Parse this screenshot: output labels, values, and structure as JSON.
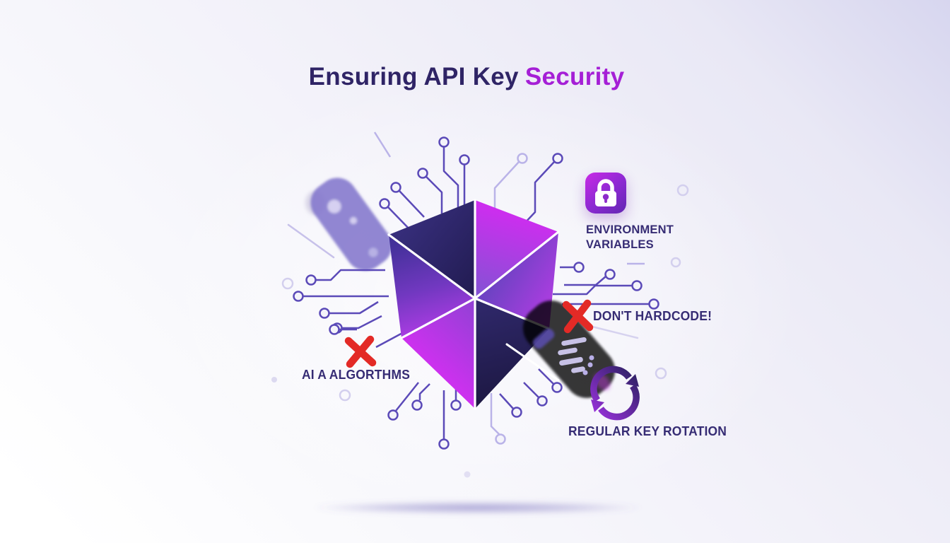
{
  "title": {
    "text_prefix": "Ensuring API Key",
    "text_highlight": "Security"
  },
  "callouts": {
    "environment_variables": {
      "line1": "ENVIRONMENT",
      "line2": "VARIABLES",
      "icon": "lock-icon"
    },
    "dont_hardcode": {
      "text": "DON'T HARDCODE!",
      "icon": "x-mark-icon"
    },
    "ai_algorithms": {
      "text": "AI A ALGORTHMS",
      "icon": "x-mark-icon"
    },
    "key_rotation": {
      "text": "REGULAR KEY ROTATION",
      "icon": "rotation-arrows-icon"
    }
  },
  "colors": {
    "background_corner": "#d7d6ef",
    "background_center": "#f6f5fb",
    "title_text": "#2f2466",
    "title_highlight": "#a51fd6",
    "label_text": "#362c74",
    "x_mark_red": "#e32a26",
    "circuit_purple": "#5b4ab8",
    "circuit_light": "#bab3e8",
    "shield_dark_navy": "#221c52",
    "shield_indigo": "#45339d",
    "shield_magenta": "#d22ef0",
    "shield_purple": "#8f3ed6",
    "lock_gradient_start": "#c92ae6",
    "lock_gradient_end": "#6226b2",
    "blurred_key_lavender": "#968bd9"
  }
}
